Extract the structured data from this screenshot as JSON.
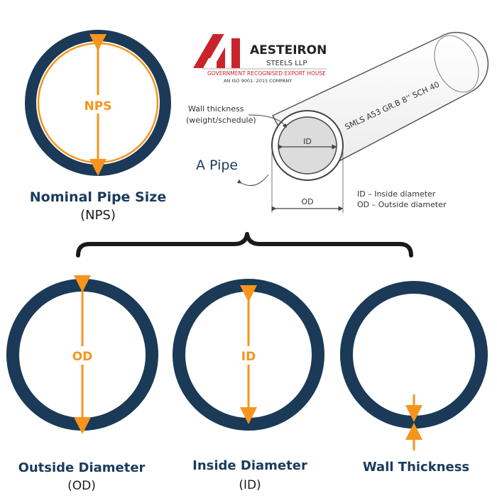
{
  "colors": {
    "ring": "#1b3a57",
    "accent": "#f7941d",
    "brand_red": "#c8242b",
    "label_blue": "#1a3b5c",
    "sketch": "#444444"
  },
  "logo": {
    "mark": "AI",
    "name": "AESTEIRON",
    "sub": "STEELS LLP",
    "tagline": "GOVERNMENT RECOGNISED EXPORT HOUSE",
    "cert": "AN ISO 9001- 2015 COMPANY"
  },
  "nps": {
    "inside_label": "NPS",
    "title": "Nominal Pipe Size",
    "subtitle": "(NPS)"
  },
  "pipe_sketch": {
    "wall_label_1": "Wall thickness",
    "wall_label_2": "(weight/schedule)",
    "id_label": "ID",
    "od_label": "OD",
    "caption": "A Pipe",
    "marking": "SMLS  A53  GR.B  8''  SCH  40",
    "legend_id": "ID – Inside diameter",
    "legend_od": "OD – Outside diameter"
  },
  "od": {
    "inside_label": "OD",
    "title": "Outside Diameter",
    "subtitle": "(OD)"
  },
  "id": {
    "inside_label": "ID",
    "title": "Inside Diameter",
    "subtitle": "(ID)"
  },
  "wall": {
    "title": "Wall Thickness"
  }
}
